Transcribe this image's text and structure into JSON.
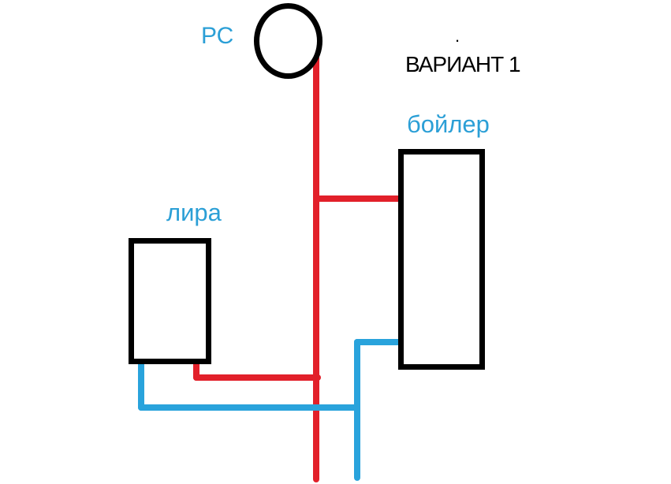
{
  "diagram": {
    "title": "ВАРИАНТ 1",
    "stray_dot": ".",
    "components": {
      "expansion_tank": {
        "label": "РС",
        "shape": "circle"
      },
      "boiler": {
        "label": "бойлер",
        "shape": "rectangle"
      },
      "lira": {
        "label": "лира",
        "shape": "rectangle"
      }
    },
    "pipes": {
      "hot_line_names": [
        "hot-riser-from-tank",
        "hot-branch-to-boiler-top",
        "hot-outlet-from-lira",
        "hot-branch-to-riser"
      ],
      "cold_line_names": [
        "cold-outlet-from-lira",
        "cold-bottom-run",
        "cold-riser",
        "cold-branch-to-boiler-bottom"
      ]
    },
    "colors": {
      "hot-line": "#e2202a",
      "cold-line": "#29a3dc",
      "label-text": "#2b9fd6",
      "title-text": "#000000",
      "outline": "#000000",
      "background": "#ffffff"
    }
  }
}
